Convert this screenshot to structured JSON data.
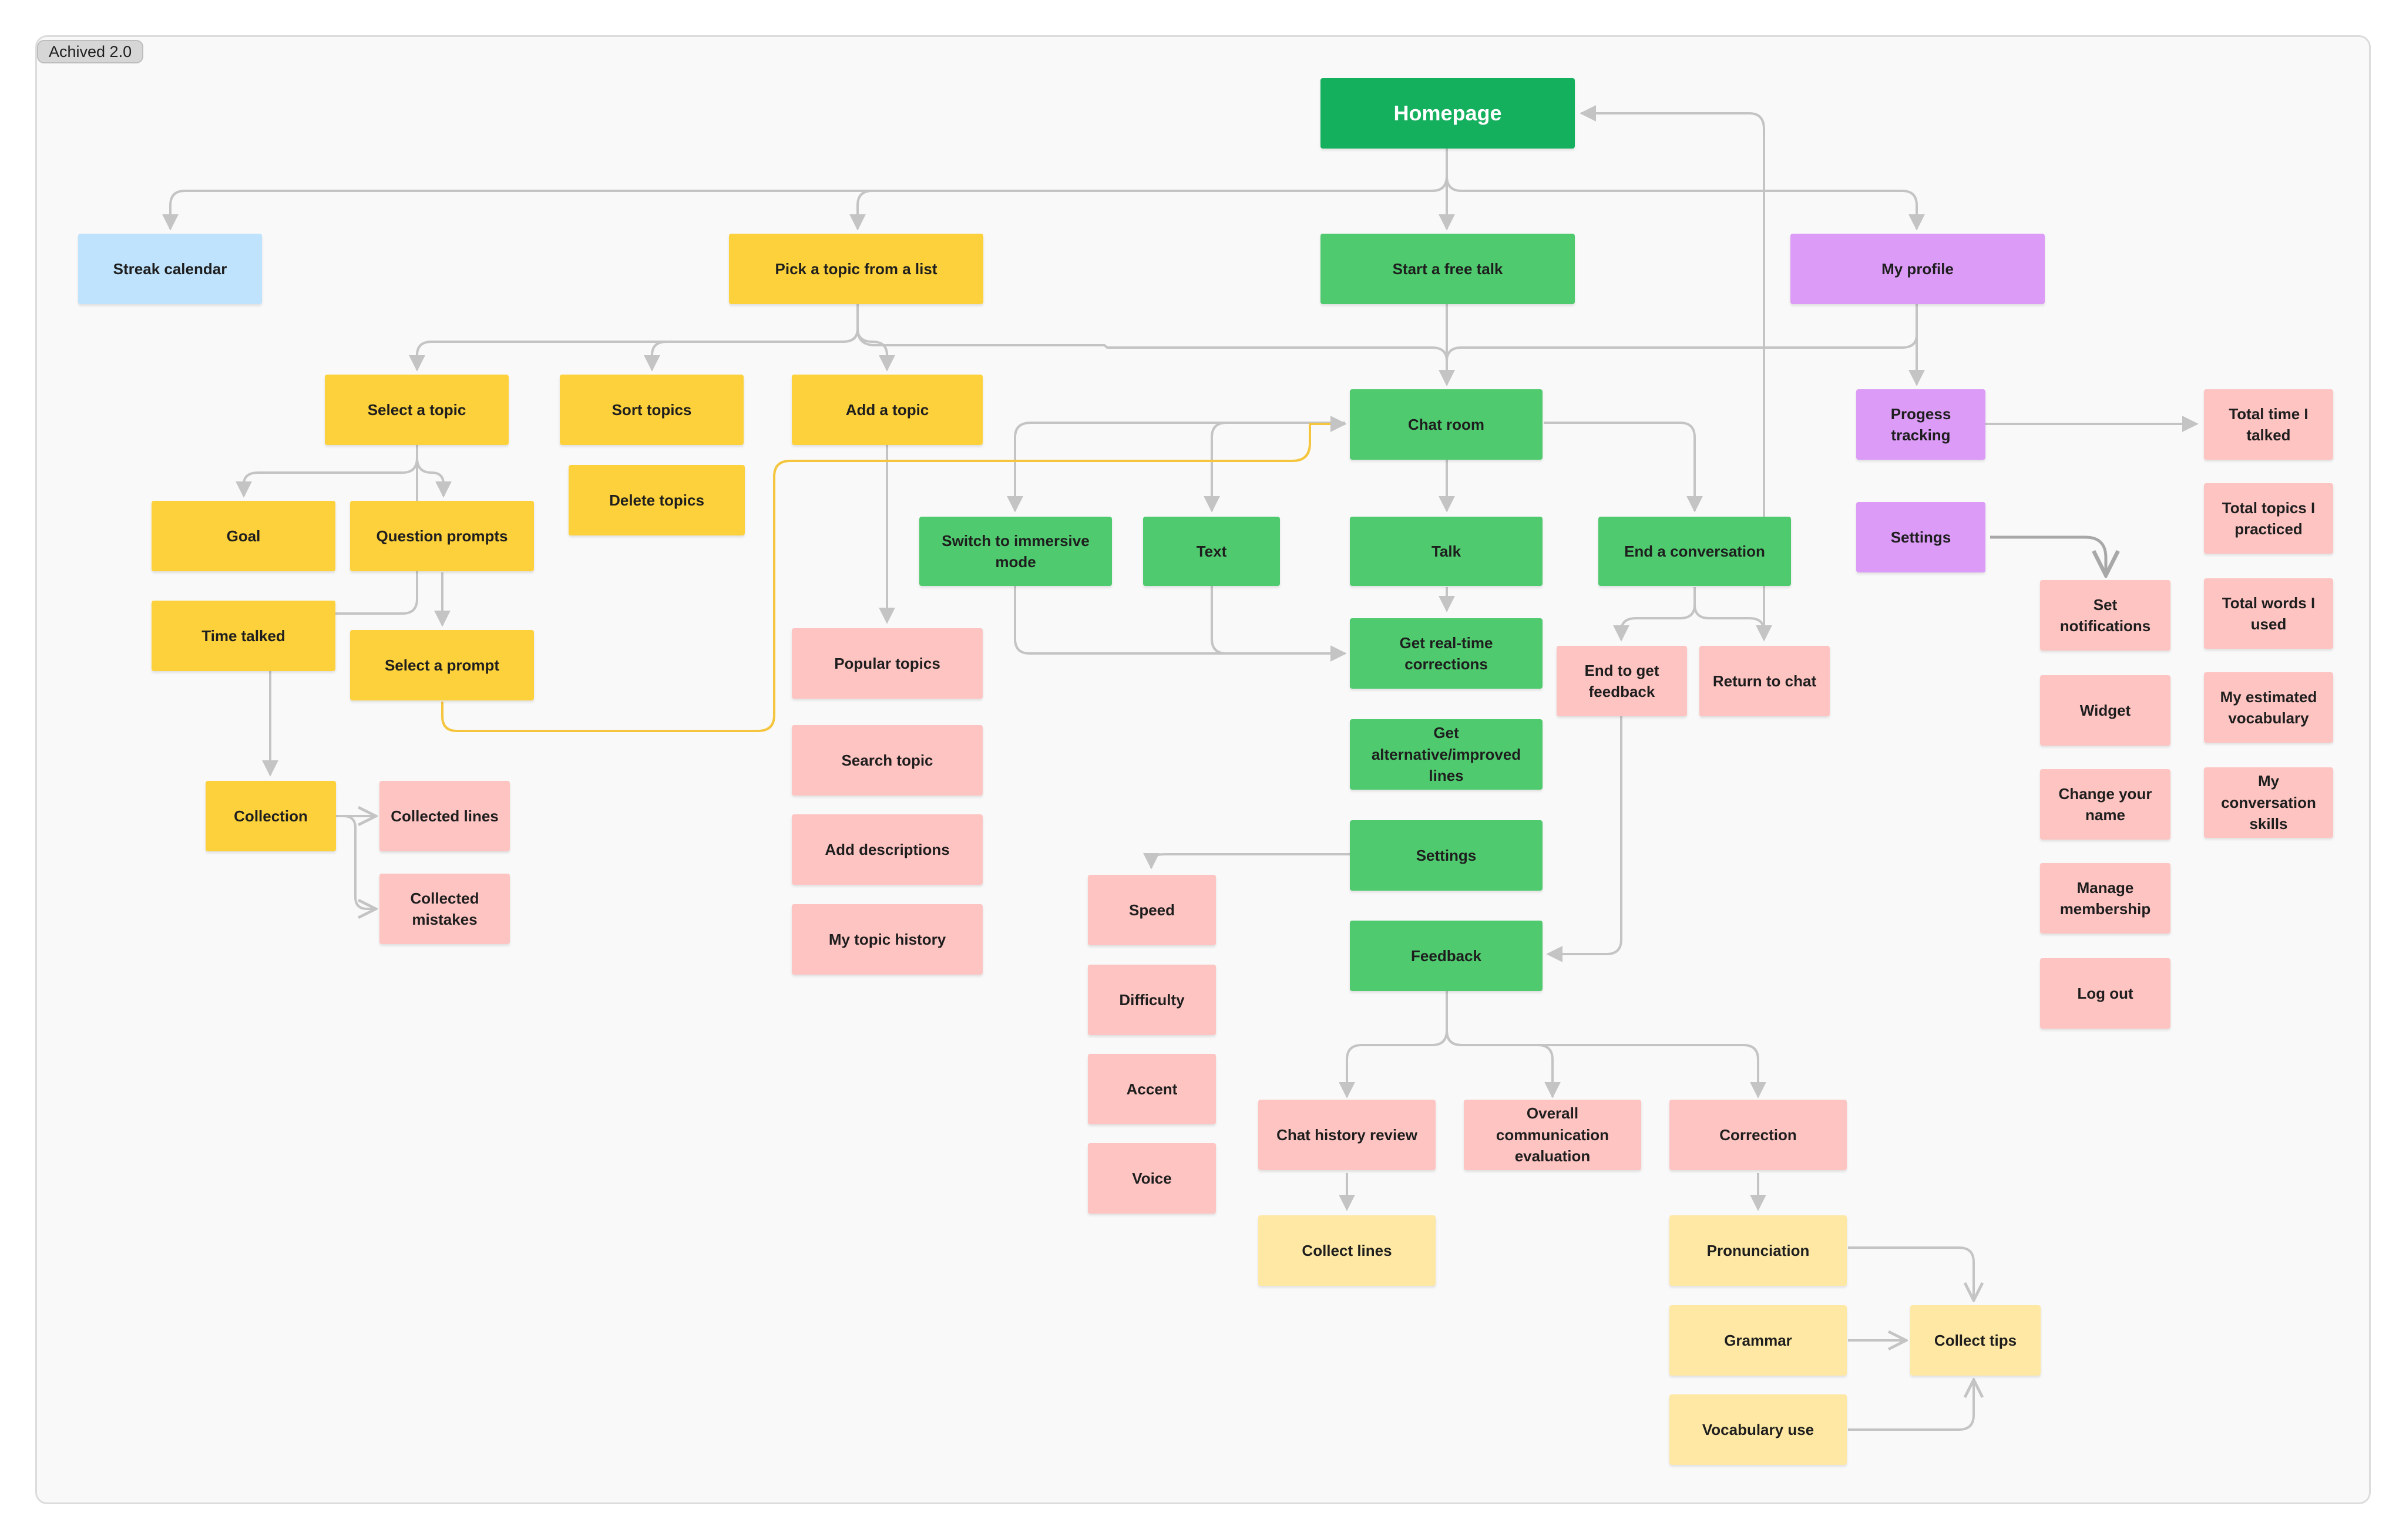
{
  "section_label": "Achived 2.0",
  "colors": {
    "homepage": "#15b05e",
    "green": "#4fca6e",
    "yellow": "#fdd13b",
    "pink": "#fec4c2",
    "cream": "#fee8a3",
    "blue": "#bfe3fd",
    "purple": "#db9bf7",
    "connector": "#c4c4c4",
    "highlight_connector": "#f4c53d"
  },
  "nodes": {
    "homepage": "Homepage",
    "streak_calendar": "Streak calendar",
    "pick_topic": "Pick a topic from a list",
    "free_talk": "Start a free talk",
    "my_profile": "My profile",
    "select_topic": "Select a topic",
    "sort_topics": "Sort topics",
    "delete_topics": "Delete topics",
    "add_topic": "Add a topic",
    "goal": "Goal",
    "question_prompts": "Question prompts",
    "time_talked": "Time talked",
    "select_prompt": "Select a prompt",
    "collection": "Collection",
    "collected_lines": "Collected lines",
    "collected_mistakes": "Collected mistakes",
    "popular_topics": "Popular topics",
    "search_topic": "Search topic",
    "add_descriptions": "Add descriptions",
    "topic_history": "My topic history",
    "chat_room": "Chat room",
    "immersive_mode": "Switch to immersive mode",
    "text": "Text",
    "talk": "Talk",
    "end_conversation": "End a conversation",
    "realtime_corrections": "Get real-time corrections",
    "alt_lines": "Get alternative/improved lines",
    "end_feedback": "End to get feedback",
    "return_chat": "Return to chat",
    "chat_settings": "Settings",
    "speed": "Speed",
    "difficulty": "Difficulty",
    "accent": "Accent",
    "voice": "Voice",
    "feedback": "Feedback",
    "chat_history_review": "Chat history review",
    "overall_evaluation": "Overall communication evaluation",
    "correction": "Correction",
    "collect_lines": "Collect lines",
    "pronunciation": "Pronunciation",
    "grammar": "Grammar",
    "vocabulary_use": "Vocabulary use",
    "collect_tips": "Collect tips",
    "progress_tracking": "Progess tracking",
    "profile_settings": "Settings",
    "set_notifications": "Set notifications",
    "widget": "Widget",
    "change_name": "Change your name",
    "manage_membership": "Manage membership",
    "log_out": "Log out",
    "total_time": "Total time I talked",
    "total_topics": "Total topics I practiced",
    "total_words": "Total words I used",
    "estimated_vocab": "My estimated vocabulary",
    "conversation_skills": "My conversation skills"
  }
}
